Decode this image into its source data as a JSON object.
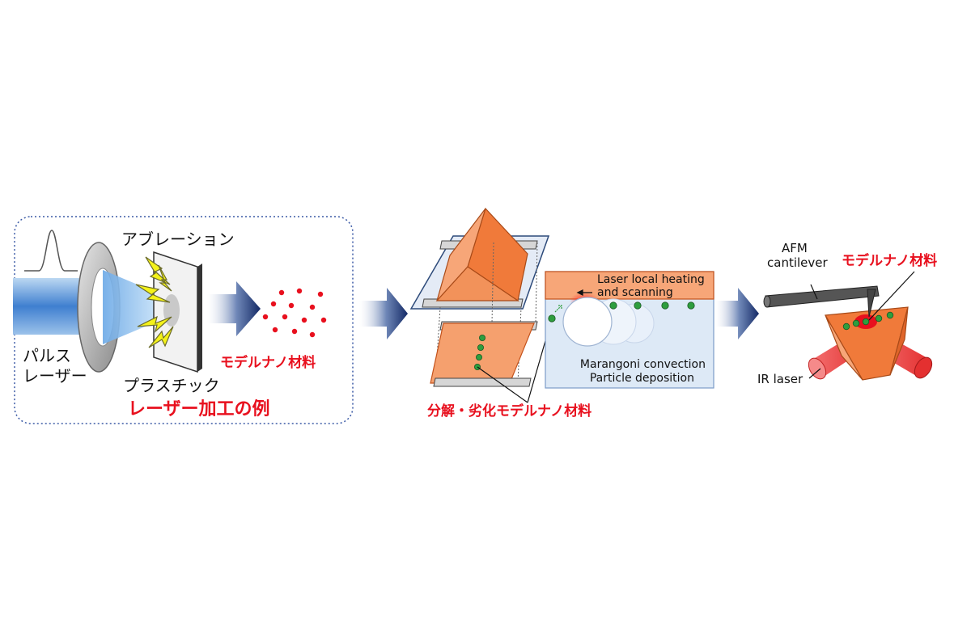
{
  "panel1": {
    "ablation_label": "アブレーション",
    "pulse_laser_line1": "パルス",
    "pulse_laser_line2": "レーザー",
    "plastic_label": "プラスチック",
    "nano_label": "モデルナノ材料",
    "caption": "レーザー加工の例"
  },
  "panel2": {
    "heating_line1": "Laser local heating",
    "heating_line2": "and scanning",
    "convection_line1": "Marangoni convection",
    "convection_line2": "Particle deposition",
    "caption": "分解・劣化モデルナノ材料"
  },
  "panel3": {
    "afm_line1": "AFM",
    "afm_line2": "cantilever",
    "nano_label": "モデルナノ材料",
    "ir_label": "IR laser"
  },
  "colors": {
    "red_text": "#e8101e",
    "orange": "#f07a3a",
    "orange_light": "#f7a678",
    "navy": "#1a2f6b",
    "green": "#2e9e3e",
    "dotted_border": "#3b5aa6"
  }
}
